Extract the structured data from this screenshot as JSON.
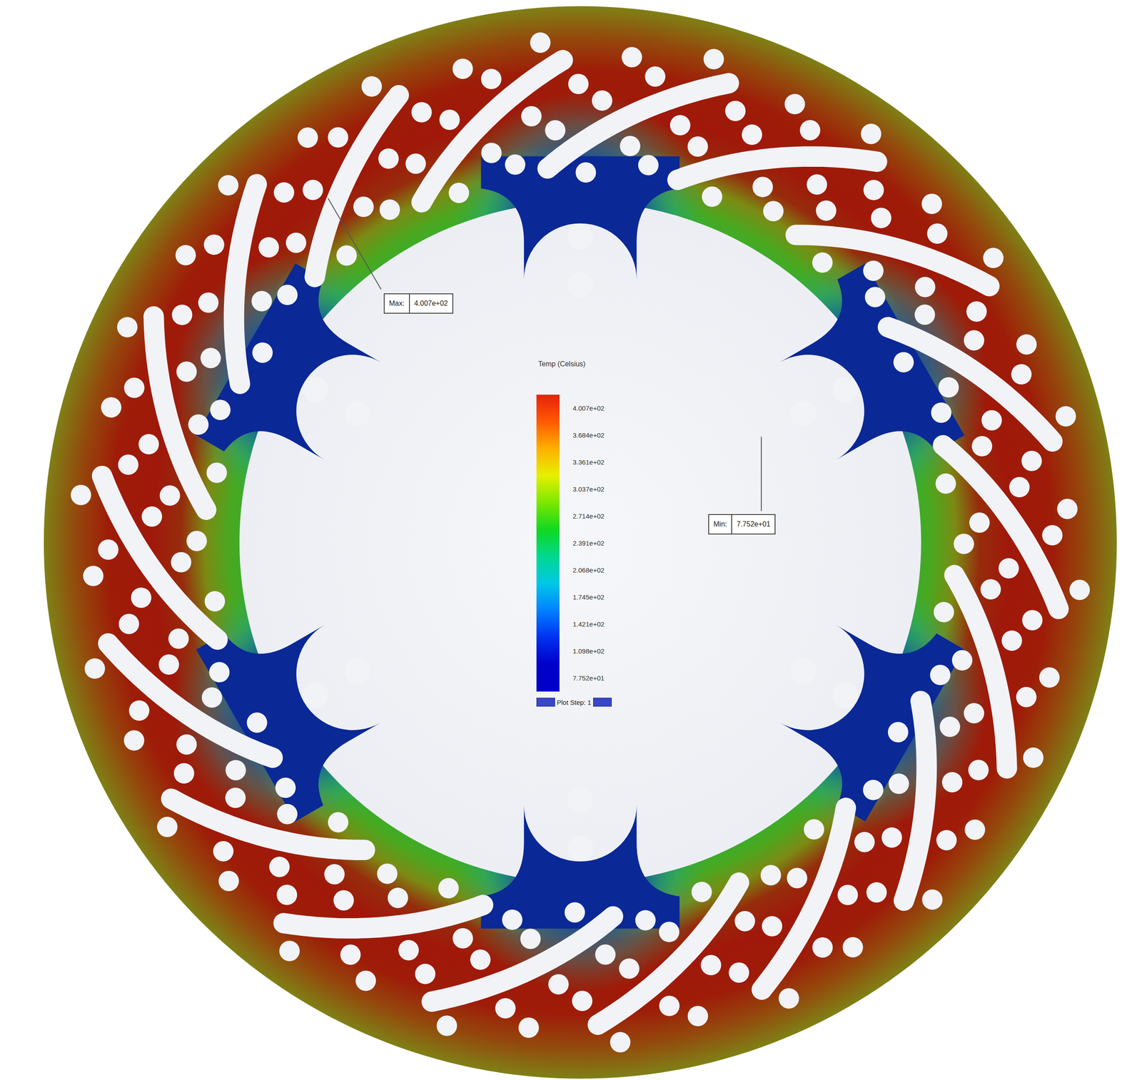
{
  "diagram": {
    "nodes": [
      {
        "text": [
          "Max:",
          "4.007e+02"
        ]
      },
      {
        "text": [
          "Min:",
          "7.752e+01"
        ]
      }
    ],
    "labels": [
      "Temp (Celsius)",
      "Plot Step: 1"
    ],
    "legend": [
      {
        "text": "4.007e+02",
        "color": "#e8200c"
      },
      {
        "text": "3.684e+02",
        "color": "#ff5a00"
      },
      {
        "text": "3.361e+02",
        "color": "#ffb000"
      },
      {
        "text": "3.037e+02",
        "color": "#e6f000"
      },
      {
        "text": "2.714e+02",
        "color": "#7ce800"
      },
      {
        "text": "2.391e+02",
        "color": "#10d820"
      },
      {
        "text": "2.068e+02",
        "color": "#00d890"
      },
      {
        "text": "1.745e+02",
        "color": "#00c8e8"
      },
      {
        "text": "1.421e+02",
        "color": "#0080ff"
      },
      {
        "text": "1.098e+02",
        "color": "#0030f0"
      },
      {
        "text": "7.752e+01",
        "color": "#0000c8"
      }
    ]
  }
}
